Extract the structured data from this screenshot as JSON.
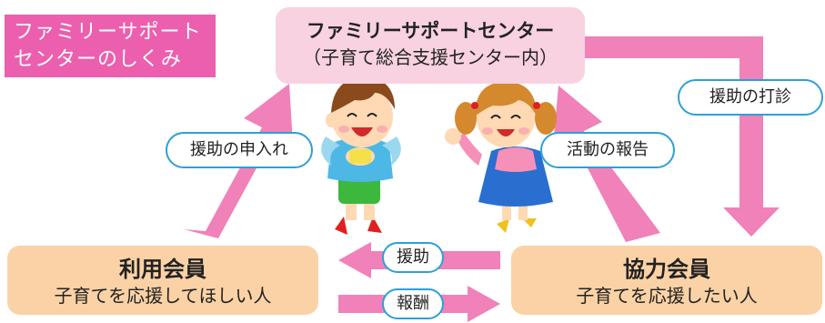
{
  "title": {
    "line1": "ファミリーサポート",
    "line2": "センターのしくみ"
  },
  "center": {
    "name": "ファミリーサポートセンター",
    "sub": "（子育て総合支援センター内）"
  },
  "user_member": {
    "name": "利用会員",
    "desc": "子育てを応援してほしい人"
  },
  "coop_member": {
    "name": "協力会員",
    "desc": "子育てを応援したい人"
  },
  "labels": {
    "request": "援助の申入れ",
    "report": "活動の報告",
    "inquiry": "援助の打診",
    "support": "援助",
    "reward": "報酬"
  },
  "colors": {
    "title_bg": "#ec5fae",
    "center_bg": "#f8d2e0",
    "member_bg": "#fbd2a6",
    "arrow": "#f081b9",
    "pill_border": "#2d9fd9"
  }
}
